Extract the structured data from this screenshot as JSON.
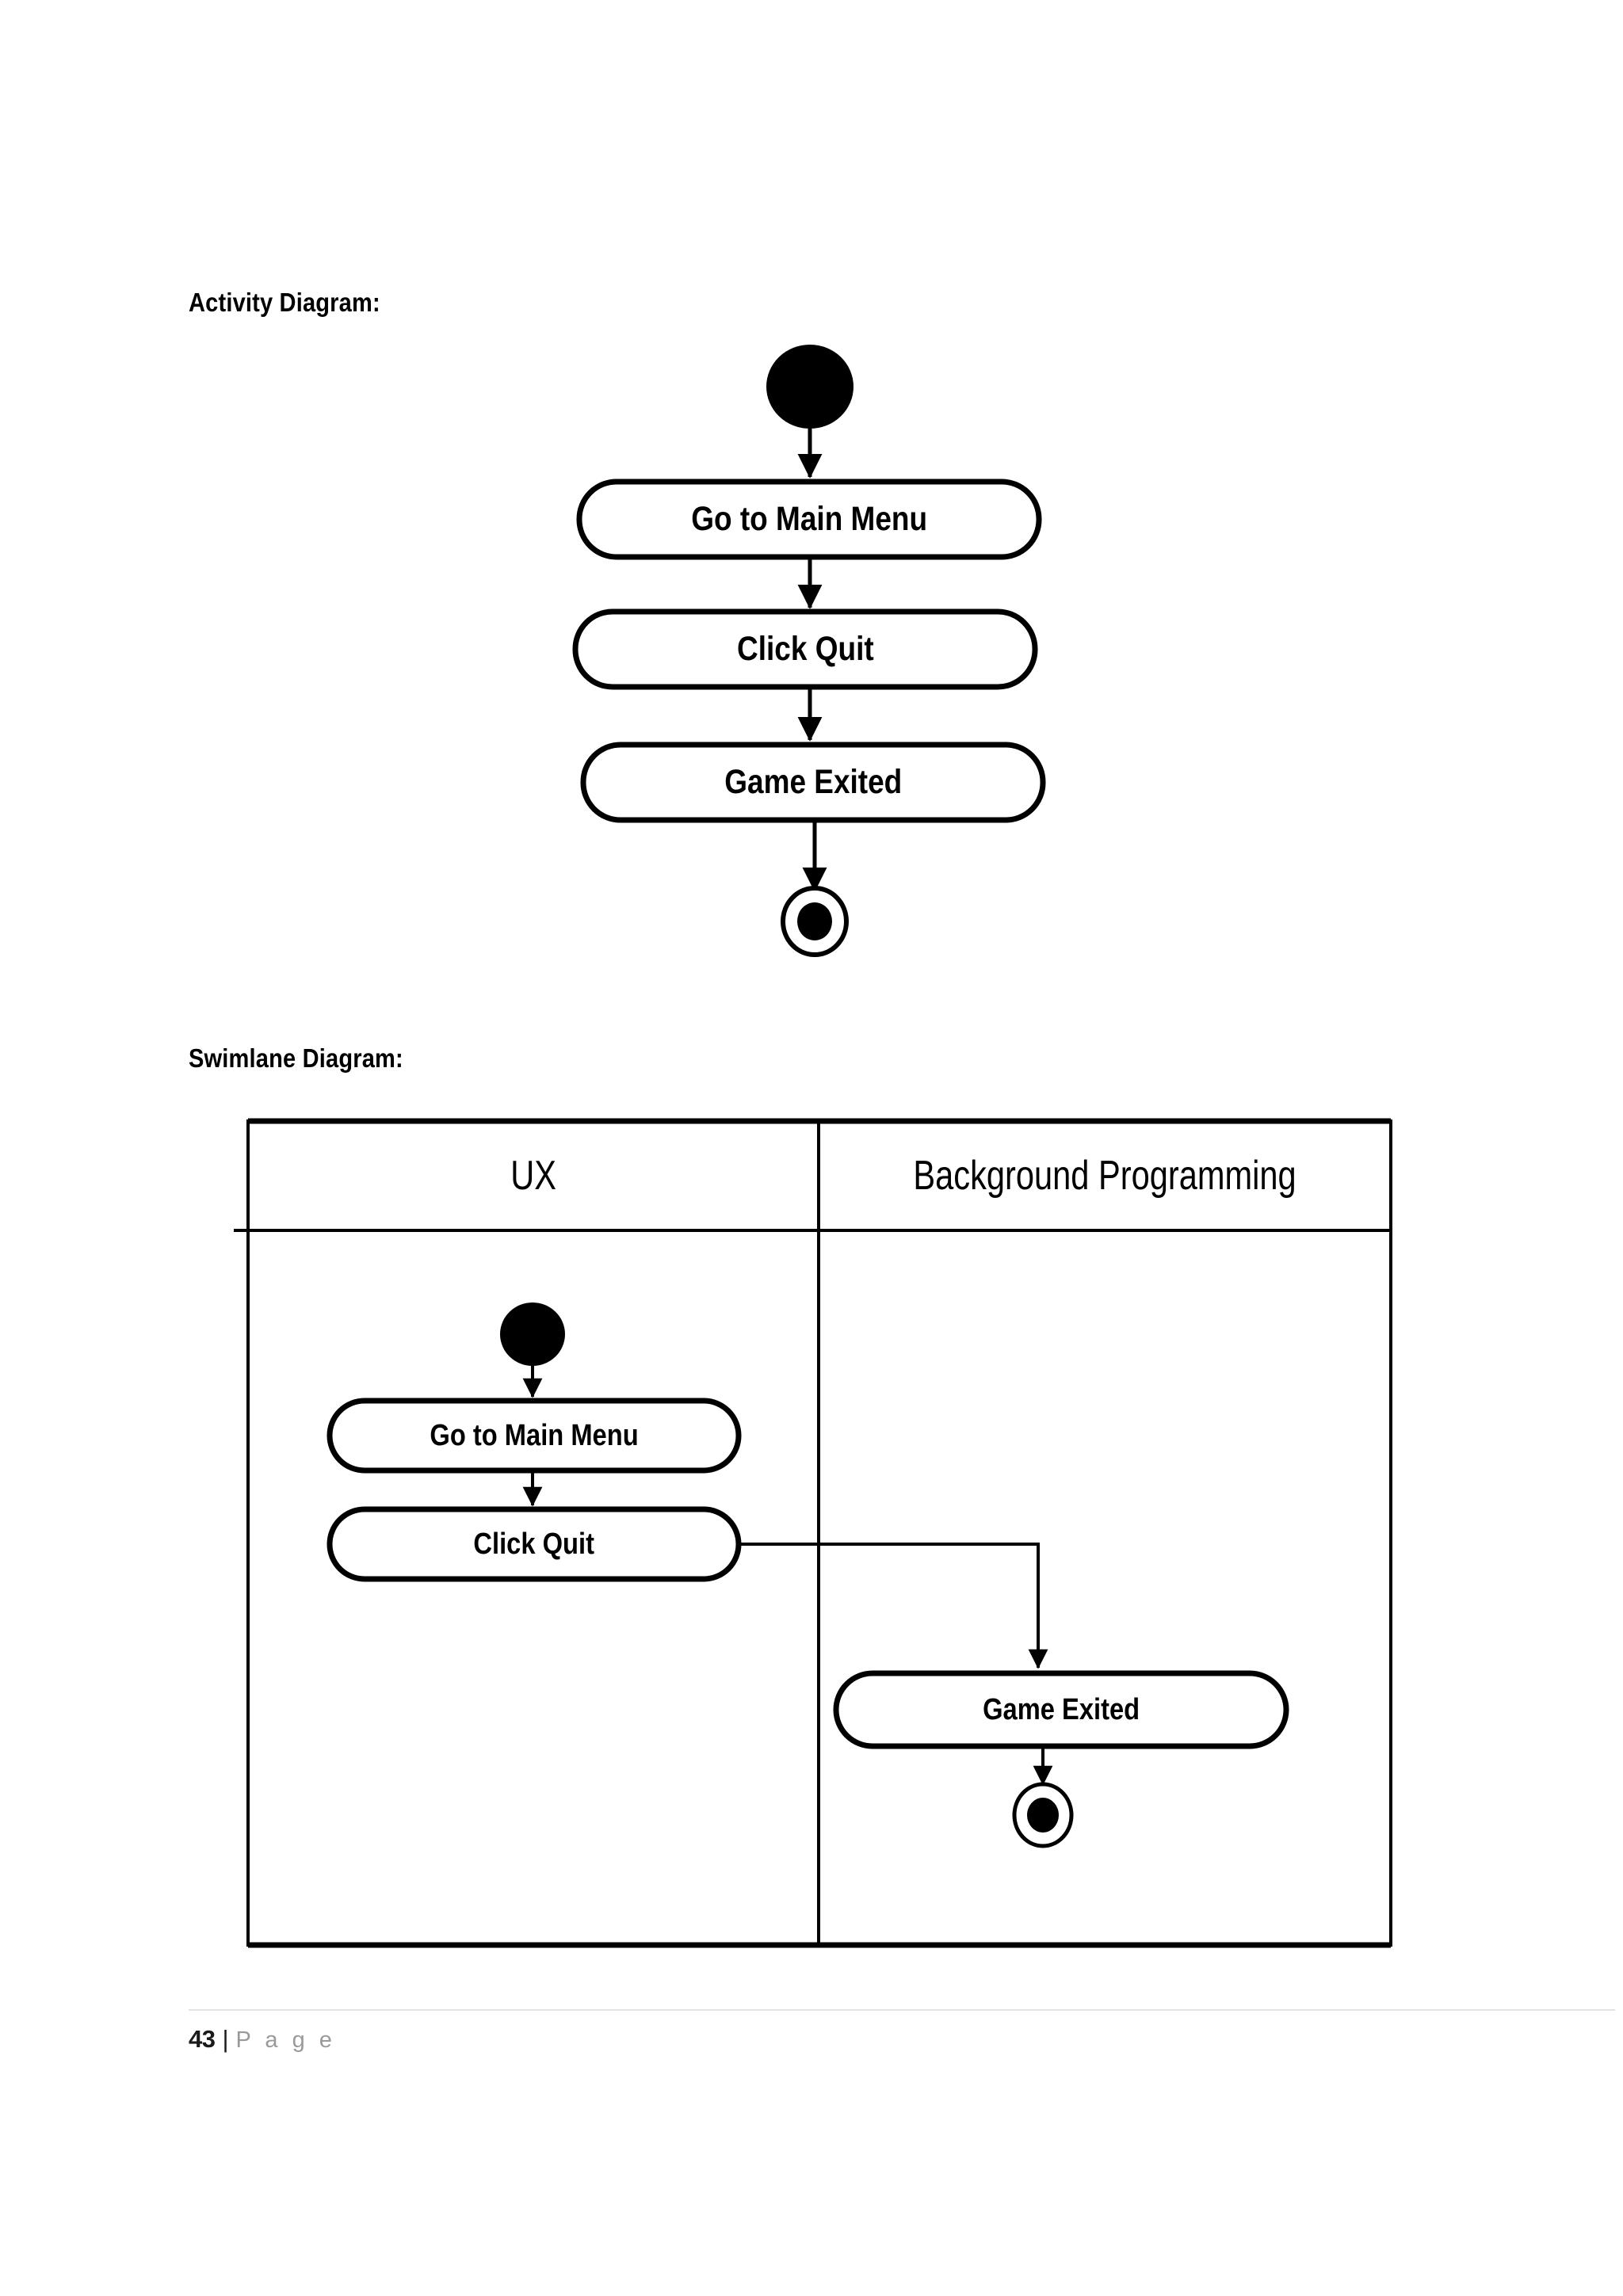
{
  "page": {
    "background_color": "#ffffff",
    "ink_color": "#000000"
  },
  "sections": {
    "activity": {
      "caption": "Activity Diagram:"
    },
    "swimlane": {
      "caption": "Swimlane Diagram:"
    }
  },
  "activity_diagram": {
    "initial_node": "start-node",
    "final_node": "end-node",
    "nodes": [
      {
        "id": "go-to-main-menu",
        "label": "Go to Main Menu"
      },
      {
        "id": "click-quit",
        "label": "Click Quit"
      },
      {
        "id": "game-exited",
        "label": "Game Exited"
      }
    ],
    "edges": [
      {
        "from": "start-node",
        "to": "go-to-main-menu"
      },
      {
        "from": "go-to-main-menu",
        "to": "click-quit"
      },
      {
        "from": "click-quit",
        "to": "game-exited"
      },
      {
        "from": "game-exited",
        "to": "end-node"
      }
    ]
  },
  "swimlane_diagram": {
    "lanes": [
      {
        "id": "ux",
        "header": "UX"
      },
      {
        "id": "background-programming",
        "header": "Background Programming"
      }
    ],
    "nodes": [
      {
        "id": "sw-go-to-main-menu",
        "lane": "ux",
        "label": "Go to Main Menu"
      },
      {
        "id": "sw-click-quit",
        "lane": "ux",
        "label": "Click Quit"
      },
      {
        "id": "sw-game-exited",
        "lane": "background-programming",
        "label": "Game Exited"
      }
    ],
    "initial_node": {
      "id": "sw-start-node",
      "lane": "ux"
    },
    "final_node": {
      "id": "sw-end-node",
      "lane": "background-programming"
    },
    "edges": [
      {
        "from": "sw-start-node",
        "to": "sw-go-to-main-menu"
      },
      {
        "from": "sw-go-to-main-menu",
        "to": "sw-click-quit"
      },
      {
        "from": "sw-click-quit",
        "to": "sw-game-exited"
      },
      {
        "from": "sw-game-exited",
        "to": "sw-end-node"
      }
    ]
  },
  "footer": {
    "page_number": "43",
    "separator": "|",
    "page_word": "P a g e"
  }
}
